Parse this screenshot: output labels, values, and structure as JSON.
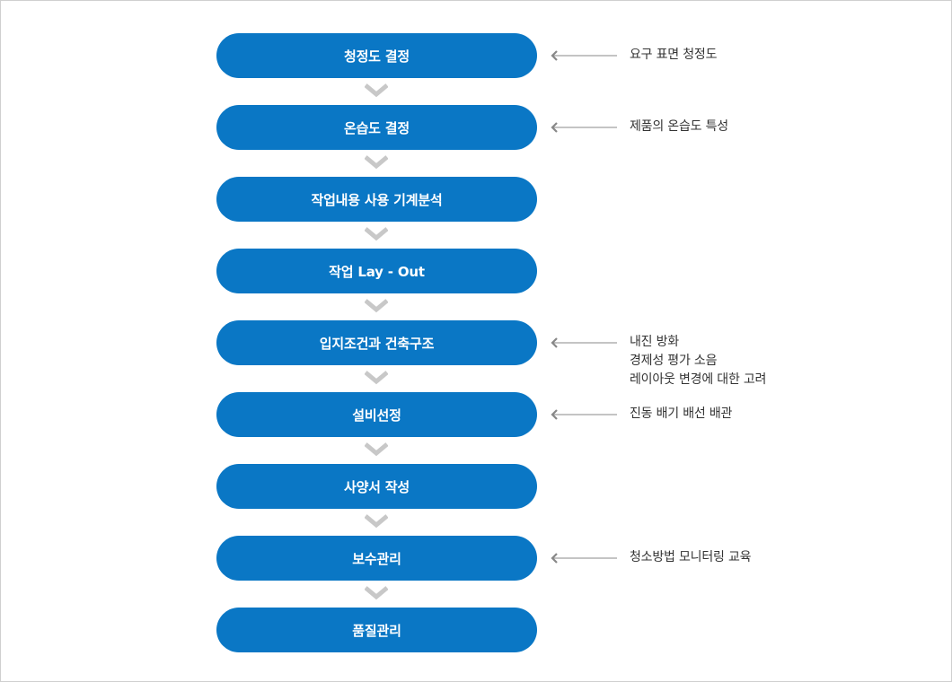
{
  "steps": [
    "청정도 결정",
    "온습도 결정",
    "작업내용 사용 기계분석",
    "작업 Lay - Out",
    "입지조건과 건축구조",
    "설비선정",
    "사양서 작성",
    "보수관리",
    "품질관리"
  ],
  "notes": {
    "n0": [
      "요구 표면 청정도"
    ],
    "n1": [
      "제품의 온습도 특성"
    ],
    "n4": [
      "내진 방화",
      "경제성 평가 소음",
      "레이아웃 변경에 대한 고려"
    ],
    "n5": [
      "진동 배기 배선 배관"
    ],
    "n7": [
      "청소방법 모니터링 교육"
    ]
  },
  "colors": {
    "step_fill": "#0a77c5",
    "chevron": "#c8c8c8",
    "arrow": "#888888",
    "note_text": "#333333"
  }
}
